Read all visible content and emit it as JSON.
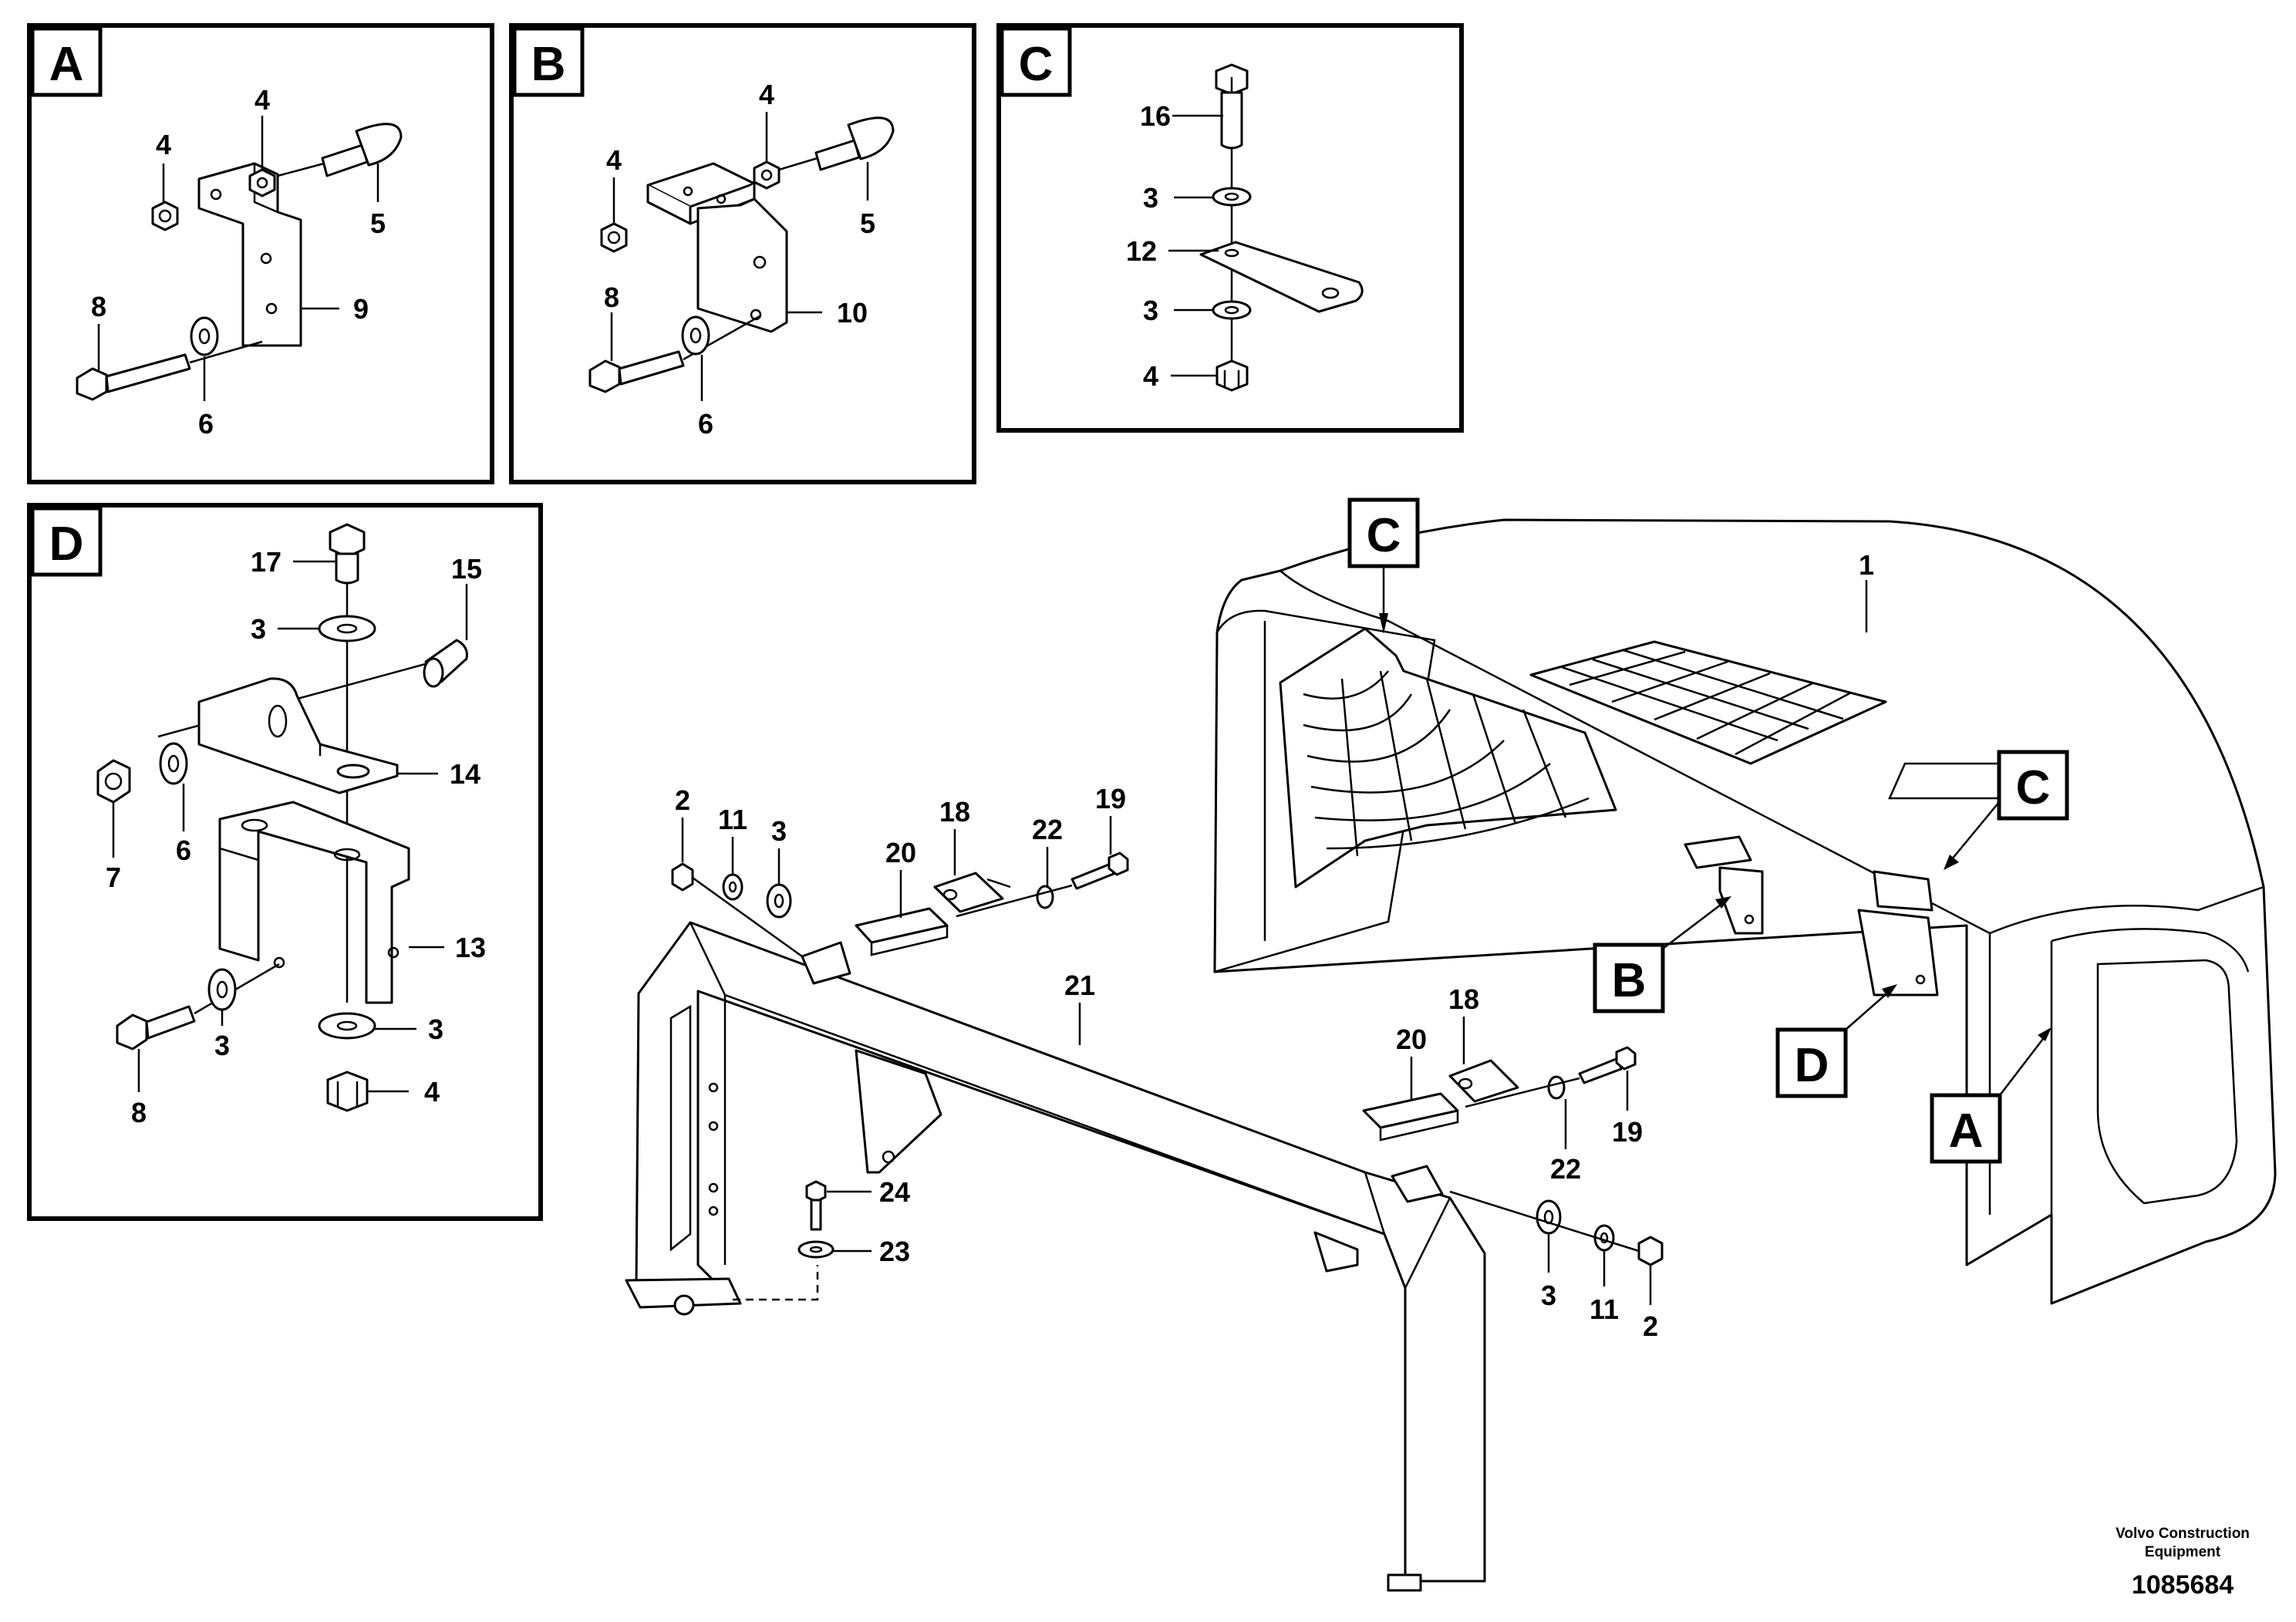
{
  "panels": {
    "a": {
      "letter": "A",
      "labels": [
        "4",
        "4",
        "5",
        "8",
        "9",
        "6"
      ]
    },
    "b": {
      "letter": "B",
      "labels": [
        "4",
        "4",
        "5",
        "8",
        "10",
        "6"
      ]
    },
    "c": {
      "letter": "C",
      "labels": [
        "16",
        "3",
        "12",
        "3",
        "4"
      ]
    },
    "d": {
      "letter": "D",
      "labels": [
        "17",
        "15",
        "3",
        "14",
        "7",
        "6",
        "13",
        "8",
        "3",
        "3",
        "4"
      ]
    }
  },
  "assembly": {
    "callouts": {
      "c1": "C",
      "c2": "C",
      "b": "B",
      "d": "D",
      "a": "A"
    },
    "labels": [
      "1",
      "21",
      "2",
      "11",
      "3",
      "20",
      "18",
      "22",
      "19",
      "24",
      "23",
      "20",
      "18",
      "22",
      "19",
      "3",
      "11",
      "2"
    ]
  },
  "footer": {
    "company_line1": "Volvo Construction",
    "company_line2": "Equipment",
    "drawing_number": "1085684"
  }
}
